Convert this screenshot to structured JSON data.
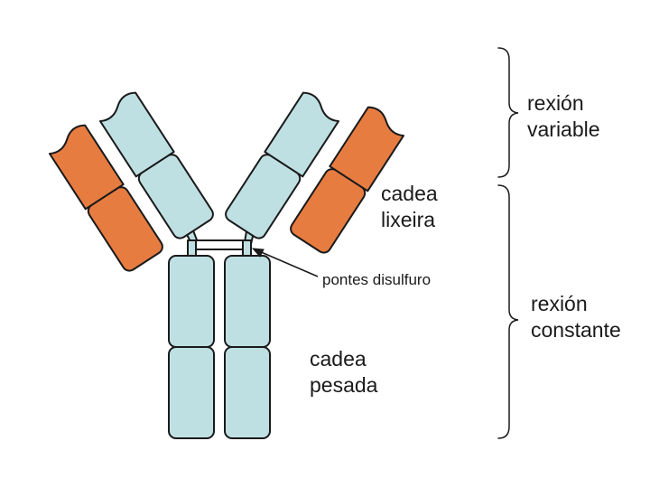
{
  "colors": {
    "heavy_fill": "#bfe0e3",
    "light_fill": "#e77c41",
    "outline": "#1a1a1a",
    "background": "#ffffff"
  },
  "labels": {
    "variable_region": [
      "rexión",
      "variable"
    ],
    "constant_region": [
      "rexión",
      "constante"
    ],
    "light_chain": [
      "cadea",
      "lixeira"
    ],
    "heavy_chain": [
      "cadea",
      "pesada"
    ],
    "disulfide_bridges": "pontes disulfuro"
  }
}
